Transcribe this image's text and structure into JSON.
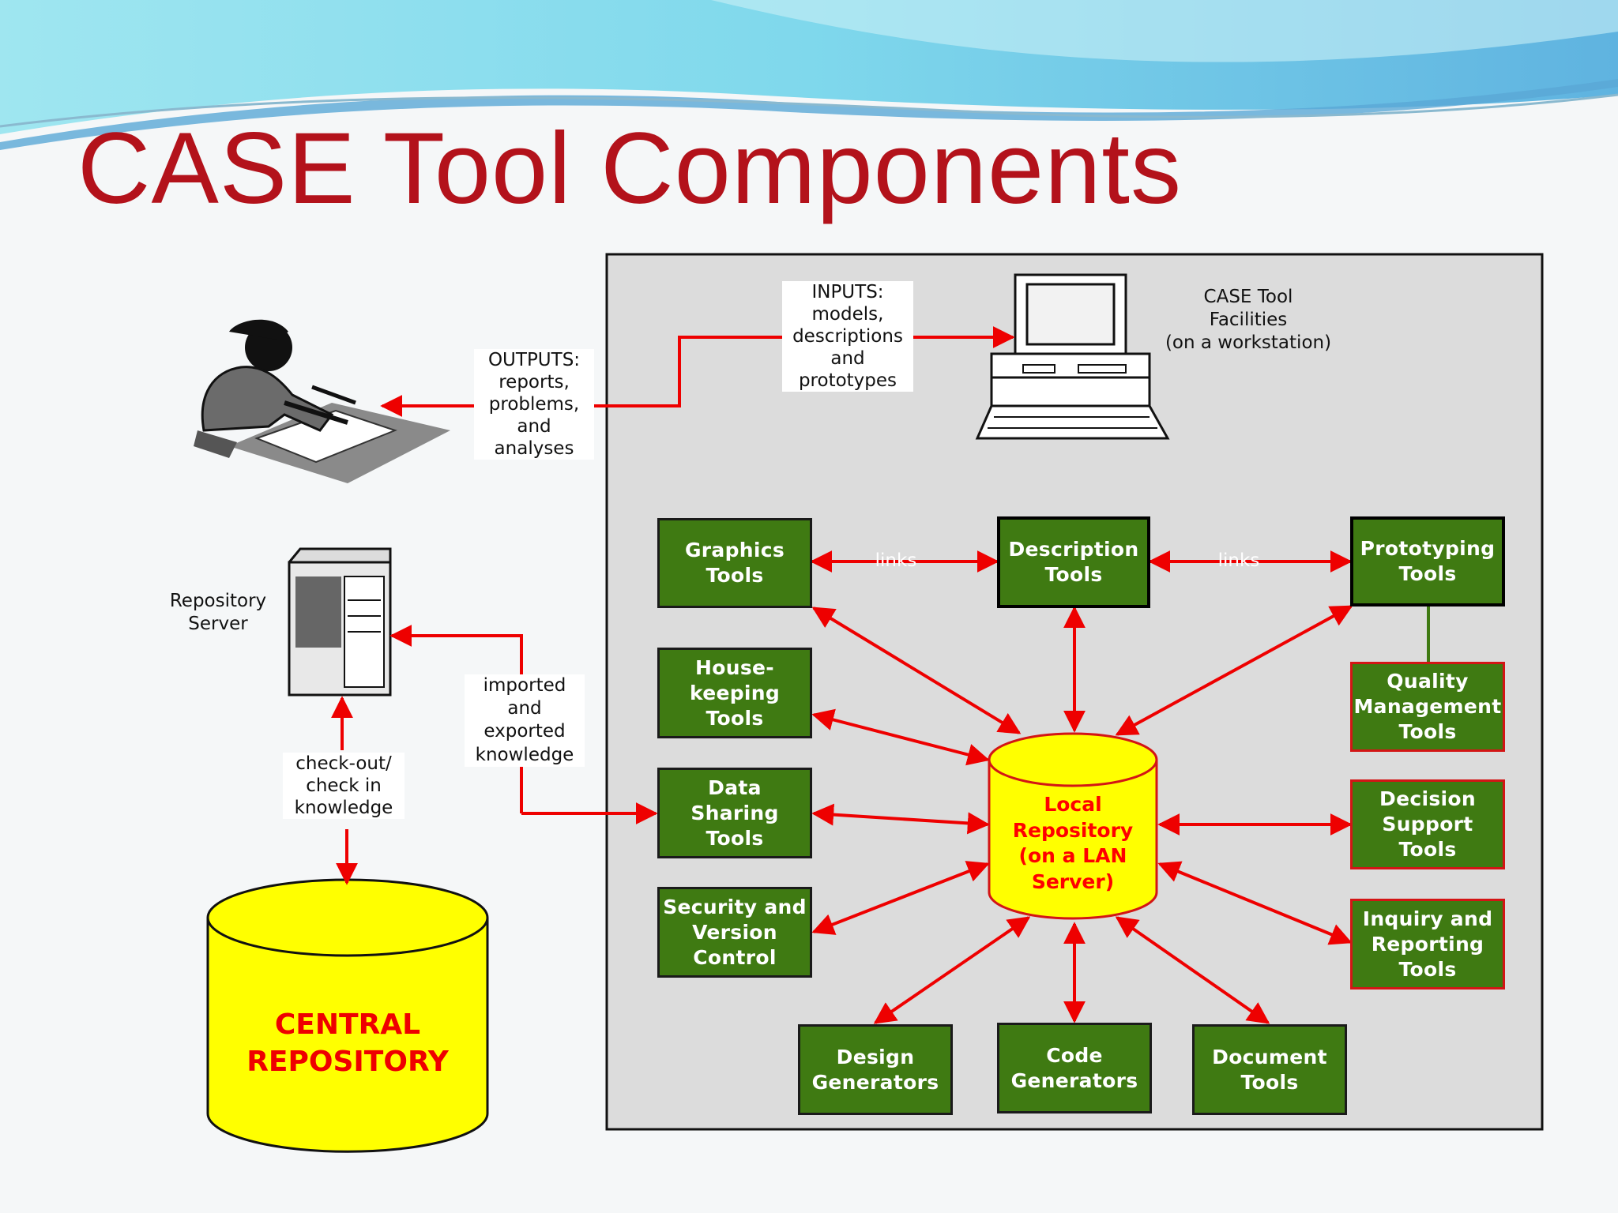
{
  "slide": {
    "title": "CASE Tool Components"
  },
  "diagram": {
    "workstation_label": "CASE Tool\nFacilities\n(on a workstation)",
    "inputs_label": "INPUTS:\nmodels,\ndescriptions\nand\nprototypes",
    "outputs_label": "OUTPUTS:\nreports,\nproblems,\nand\nanalyses",
    "repository_server_label": "Repository\nServer",
    "imported_label": "imported\nand\nexported\nknowledge",
    "checkout_label": "check-out/\ncheck in\nknowledge",
    "central_repository": "CENTRAL\nREPOSITORY",
    "local_repository": "Local\nRepository\n(on a LAN\nServer)",
    "links_label": "links",
    "tools": {
      "graphics": "Graphics\nTools",
      "description": "Description\nTools",
      "prototyping": "Prototyping\nTools",
      "housekeeping": "House-\nkeeping\nTools",
      "data_sharing": "Data\nSharing\nTools",
      "security": "Security and\nVersion\nControl",
      "quality": "Quality\nManagement\nTools",
      "decision": "Decision\nSupport\nTools",
      "inquiry": "Inquiry and\nReporting\nTools",
      "design": "Design\nGenerators",
      "code": "Code\nGenerators",
      "document": "Document\nTools"
    }
  }
}
